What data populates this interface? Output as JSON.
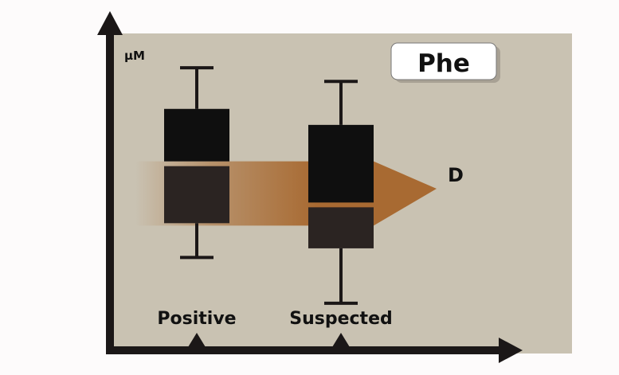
{
  "chart_data": {
    "type": "box",
    "title": "Phe",
    "ylabel": "µM",
    "xlabel": "",
    "categories": [
      "Positive",
      "Suspected"
    ],
    "boxes": [
      {
        "name": "Positive",
        "whisker_low": 0.12,
        "q1": 0.27,
        "median": 0.53,
        "q3": 0.77,
        "whisker_high": 0.95
      },
      {
        "name": "Suspected",
        "whisker_low": -0.08,
        "q1": 0.16,
        "median": 0.35,
        "q3": 0.7,
        "whisker_high": 0.89
      }
    ],
    "ylim": [
      -0.3,
      1.1
    ],
    "annotation": {
      "text": "D"
    },
    "colors": {
      "background": "#c9c2b2",
      "axis": "#1b1717",
      "box_upper": "#0f0f0f",
      "box_lower": "#2b2422",
      "arrow": "#a86a32"
    }
  }
}
